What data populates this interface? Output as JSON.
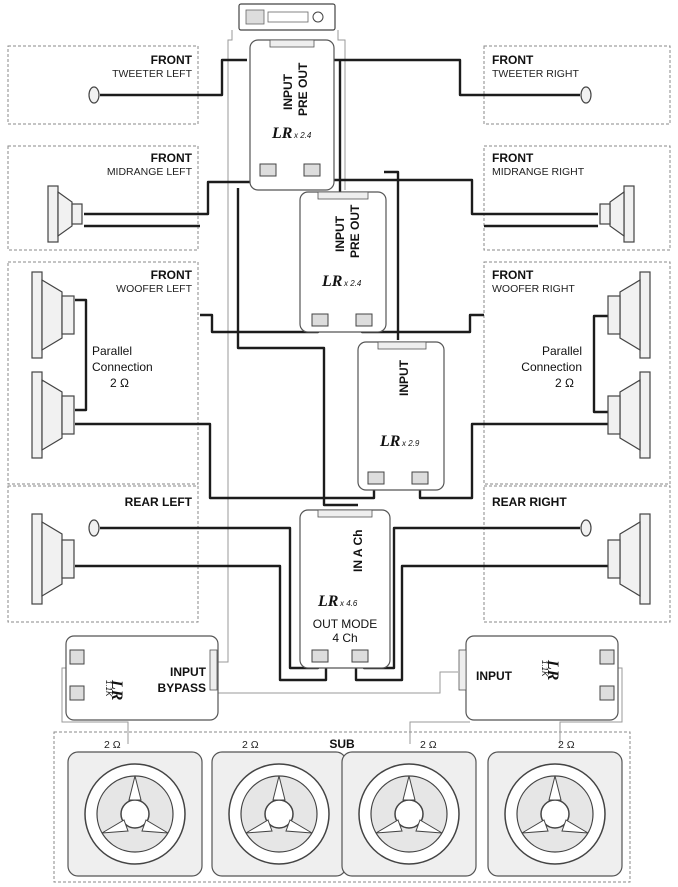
{
  "zones": {
    "front_tweeter_left": {
      "title": "FRONT",
      "subtitle": "TWEETER LEFT"
    },
    "front_tweeter_right": {
      "title": "FRONT",
      "subtitle": "TWEETER RIGHT"
    },
    "front_mid_left": {
      "title": "FRONT",
      "subtitle": "MIDRANGE LEFT"
    },
    "front_mid_right": {
      "title": "FRONT",
      "subtitle": "MIDRANGE RIGHT"
    },
    "front_woofer_left": {
      "title": "FRONT",
      "subtitle": "WOOFER LEFT"
    },
    "front_woofer_right": {
      "title": "FRONT",
      "subtitle": "WOOFER RIGHT"
    },
    "rear_left": {
      "title": "REAR LEFT"
    },
    "rear_right": {
      "title": "REAR RIGHT"
    },
    "sub": {
      "title": "SUB"
    }
  },
  "parallel_left": {
    "line1": "Parallel",
    "line2": "Connection",
    "line3": "2 Ω"
  },
  "parallel_right": {
    "line1": "Parallel",
    "line2": "Connection",
    "line3": "2 Ω"
  },
  "amps": {
    "amp1": {
      "input": "INPUT",
      "preout": "PRE OUT",
      "logo": "LR",
      "model": "x 2.4"
    },
    "amp2": {
      "input": "INPUT",
      "preout": "PRE OUT",
      "logo": "LR",
      "model": "x 2.4"
    },
    "amp3": {
      "input": "INPUT",
      "logo": "LR",
      "model": "x 2.9"
    },
    "amp4": {
      "input": "IN A Ch",
      "logo": "LR",
      "model": "x 4.6",
      "mode1": "OUT MODE",
      "mode2": "4 Ch"
    },
    "amp5": {
      "input": "INPUT",
      "bypass": "BYPASS",
      "logo": "LR",
      "model": "1.1K"
    },
    "amp6": {
      "input": "INPUT",
      "logo": "LR",
      "model": "1.1K"
    }
  },
  "sub_impedances": [
    "2 Ω",
    "2 Ω",
    "2 Ω",
    "2 Ω"
  ]
}
